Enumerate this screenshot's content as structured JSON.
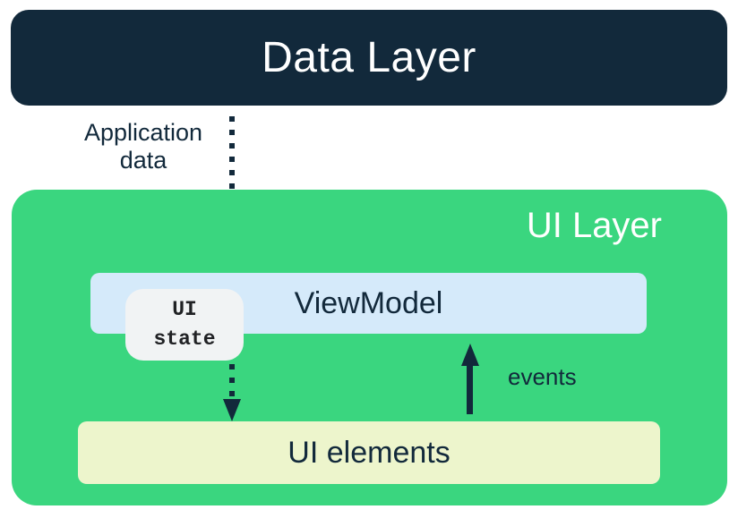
{
  "colors": {
    "navy": "#12293B",
    "green": "#3AD67F",
    "light_blue": "#D5EAFA",
    "pale_yellow": "#EDF5CC",
    "chip_bg": "#F1F3F4",
    "white": "#FFFFFF",
    "chip_text": "#202124"
  },
  "diagram": {
    "data_layer": {
      "label": "Data Layer"
    },
    "ui_layer": {
      "label": "UI Layer"
    },
    "viewmodel": {
      "label": "ViewModel"
    },
    "ui_state_chip": {
      "line1": "UI",
      "line2": "state"
    },
    "ui_elements": {
      "label": "UI elements"
    },
    "arrows": {
      "application_data": {
        "label": "Application data",
        "direction": "down",
        "style": "dotted"
      },
      "events": {
        "label": "events",
        "direction": "up",
        "style": "solid"
      }
    }
  }
}
